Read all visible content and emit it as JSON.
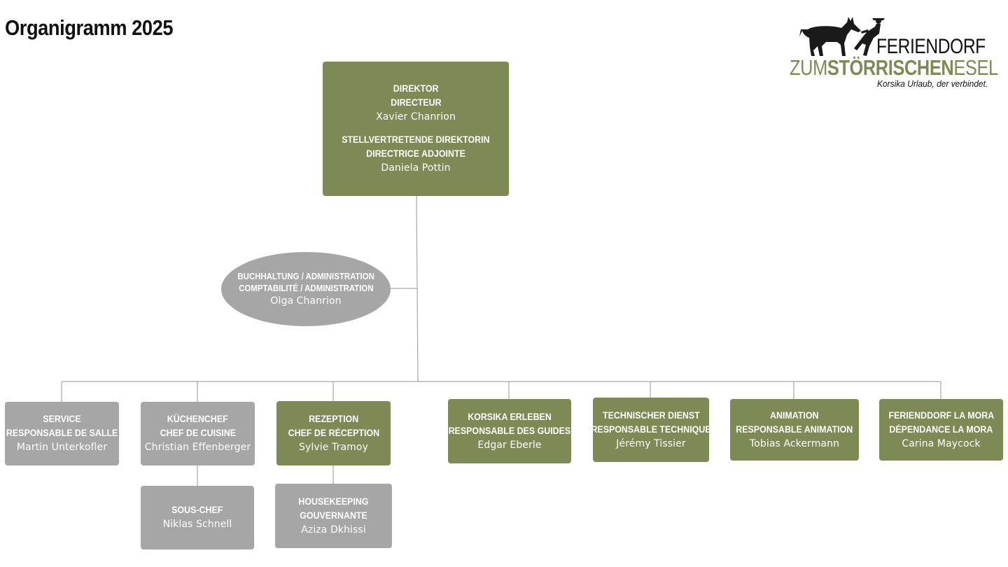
{
  "title": "Organigramm 2025",
  "logo": {
    "line1": "FERIENDORF",
    "line2_a": "ZUM",
    "line2_b": "STÖRRISCHEN",
    "line2_c": "ESEL",
    "tagline": "Korsika Urlaub, der verbindet."
  },
  "colors": {
    "green": "#7d8a56",
    "grey": "#a6a6a6",
    "line": "#a6a6a6"
  },
  "director": {
    "role1": "DIREKTOR",
    "role2": "DIRECTEUR",
    "name": "Xavier Chanrion",
    "deputy_role1": "STELLVERTRETENDE DIREKTORIN",
    "deputy_role2": "DIRECTRICE ADJOINTE",
    "deputy_name": "Daniela Pottin"
  },
  "admin": {
    "role1": "BUCHHALTUNG / ADMINISTRATION",
    "role2": "COMPTABILITÉ / ADMINISTRATION",
    "name": "Olga Chanrion"
  },
  "departments": [
    {
      "role1": "SERVICE",
      "role2": "RESPONSABLE DE SALLE",
      "name": "Martin Unterkofler",
      "color": "grey"
    },
    {
      "role1": "KÜCHENCHEF",
      "role2": "CHEF DE CUISINE",
      "name": "Christian Effenberger",
      "color": "grey"
    },
    {
      "role1": "REZEPTION",
      "role2": "CHEF DE RÉCEPTION",
      "name": "Sylvie Tramoy",
      "color": "green"
    },
    {
      "role1": "KORSIKA ERLEBEN",
      "role2": "RESPONSABLE DES GUIDES",
      "name": "Edgar Eberle",
      "color": "green"
    },
    {
      "role1": "TECHNISCHER DIENST",
      "role2": "RESPONSABLE TECHNIQUE",
      "name": "Jérémy Tissier",
      "color": "green"
    },
    {
      "role1": "ANIMATION",
      "role2": "RESPONSABLE ANIMATION",
      "name": "Tobias Ackermann",
      "color": "green"
    },
    {
      "role1": "FERIENDDORF LA MORA",
      "role2": "DÉPENDANCE LA MORA",
      "name": "Carina Maycock",
      "color": "green"
    }
  ],
  "sub_units": [
    {
      "role1": "SOUS-CHEF",
      "name": "Niklas Schnell",
      "color": "grey"
    },
    {
      "role1": "HOUSEKEEPING",
      "role2": "GOUVERNANTE",
      "name": "Aziza Dkhissi",
      "color": "grey"
    }
  ]
}
